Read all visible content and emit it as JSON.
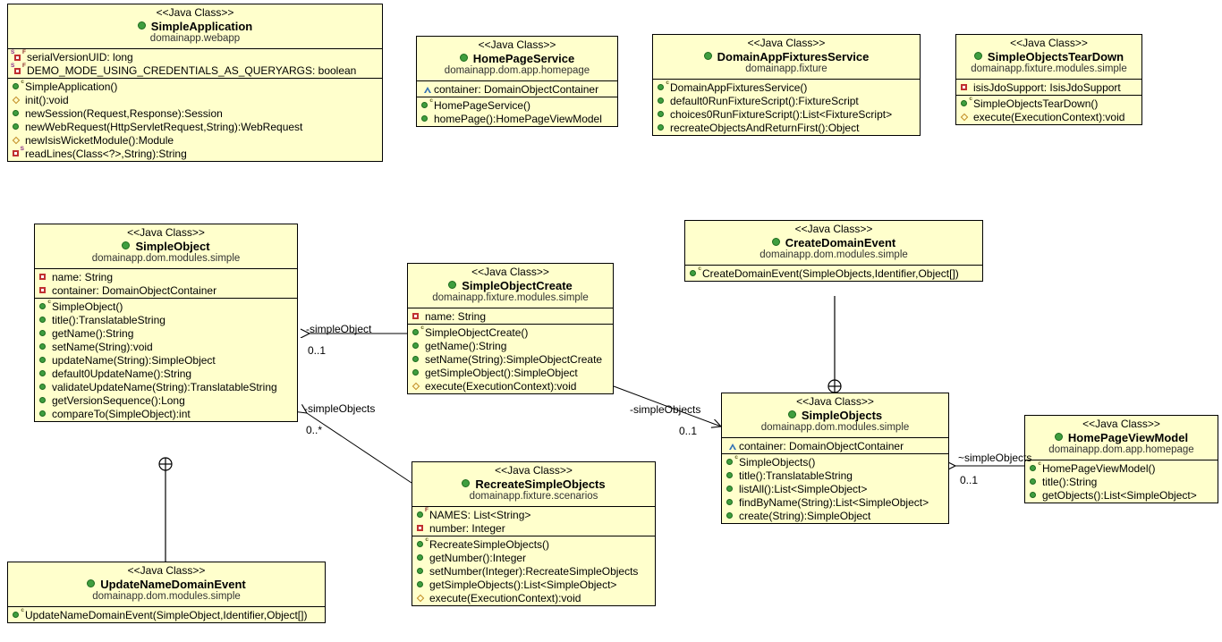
{
  "diagram": {
    "title": "Java Class Diagram",
    "stereotype": "<<Java Class>>",
    "colors": {
      "class_fill": "#ffffcc",
      "border": "#000000",
      "public": "#3f9e3f",
      "private": "#c03030",
      "protected": "#c08a20",
      "package": "#2f6fb5"
    }
  },
  "classes": [
    {
      "id": "SimpleApplication",
      "stereotype": "<<Java Class>>",
      "name": "SimpleApplication",
      "package": "domainapp.webapp",
      "fields": [
        {
          "icon": "private-static-final-field-icon",
          "vis": "private",
          "mods": "SF",
          "text": "serialVersionUID: long"
        },
        {
          "icon": "private-static-final-field-icon",
          "vis": "private",
          "mods": "SF",
          "text": "DEMO_MODE_USING_CREDENTIALS_AS_QUERYARGS: boolean"
        }
      ],
      "methods": [
        {
          "icon": "public-constructor-icon",
          "vis": "public",
          "mods": "C",
          "text": "SimpleApplication()"
        },
        {
          "icon": "protected-method-icon",
          "vis": "protected",
          "mods": "",
          "text": "init():void"
        },
        {
          "icon": "public-method-icon",
          "vis": "public",
          "mods": "",
          "text": "newSession(Request,Response):Session"
        },
        {
          "icon": "public-method-icon",
          "vis": "public",
          "mods": "",
          "text": "newWebRequest(HttpServletRequest,String):WebRequest"
        },
        {
          "icon": "protected-method-icon",
          "vis": "protected",
          "mods": "",
          "text": "newIsisWicketModule():Module"
        },
        {
          "icon": "private-static-method-icon",
          "vis": "private",
          "mods": "S",
          "text": "readLines(Class<?>,String):String"
        }
      ]
    },
    {
      "id": "HomePageService",
      "stereotype": "<<Java Class>>",
      "name": "HomePageService",
      "package": "domainapp.dom.app.homepage",
      "fields": [
        {
          "icon": "package-field-icon",
          "vis": "package",
          "mods": "",
          "text": "container: DomainObjectContainer"
        }
      ],
      "methods": [
        {
          "icon": "public-constructor-icon",
          "vis": "public",
          "mods": "C",
          "text": "HomePageService()"
        },
        {
          "icon": "public-method-icon",
          "vis": "public",
          "mods": "",
          "text": "homePage():HomePageViewModel"
        }
      ]
    },
    {
      "id": "DomainAppFixturesService",
      "stereotype": "<<Java Class>>",
      "name": "DomainAppFixturesService",
      "package": "domainapp.fixture",
      "fields": [],
      "methods": [
        {
          "icon": "public-constructor-icon",
          "vis": "public",
          "mods": "C",
          "text": "DomainAppFixturesService()"
        },
        {
          "icon": "public-method-icon",
          "vis": "public",
          "mods": "",
          "text": "default0RunFixtureScript():FixtureScript"
        },
        {
          "icon": "public-method-icon",
          "vis": "public",
          "mods": "",
          "text": "choices0RunFixtureScript():List<FixtureScript>"
        },
        {
          "icon": "public-method-icon",
          "vis": "public",
          "mods": "",
          "text": "recreateObjectsAndReturnFirst():Object"
        }
      ]
    },
    {
      "id": "SimpleObjectsTearDown",
      "stereotype": "<<Java Class>>",
      "name": "SimpleObjectsTearDown",
      "package": "domainapp.fixture.modules.simple",
      "fields": [
        {
          "icon": "private-field-icon",
          "vis": "private",
          "mods": "",
          "text": "isisJdoSupport: IsisJdoSupport"
        }
      ],
      "methods": [
        {
          "icon": "public-constructor-icon",
          "vis": "public",
          "mods": "C",
          "text": "SimpleObjectsTearDown()"
        },
        {
          "icon": "protected-method-icon",
          "vis": "protected",
          "mods": "",
          "text": "execute(ExecutionContext):void"
        }
      ]
    },
    {
      "id": "SimpleObject",
      "stereotype": "<<Java Class>>",
      "name": "SimpleObject",
      "package": "domainapp.dom.modules.simple",
      "fields": [
        {
          "icon": "private-field-icon",
          "vis": "private",
          "mods": "",
          "text": "name: String"
        },
        {
          "icon": "private-field-icon",
          "vis": "private",
          "mods": "",
          "text": "container: DomainObjectContainer"
        }
      ],
      "methods": [
        {
          "icon": "public-constructor-icon",
          "vis": "public",
          "mods": "C",
          "text": "SimpleObject()"
        },
        {
          "icon": "public-method-icon",
          "vis": "public",
          "mods": "",
          "text": "title():TranslatableString"
        },
        {
          "icon": "public-method-icon",
          "vis": "public",
          "mods": "",
          "text": "getName():String"
        },
        {
          "icon": "public-method-icon",
          "vis": "public",
          "mods": "",
          "text": "setName(String):void"
        },
        {
          "icon": "public-method-icon",
          "vis": "public",
          "mods": "",
          "text": "updateName(String):SimpleObject"
        },
        {
          "icon": "public-method-icon",
          "vis": "public",
          "mods": "",
          "text": "default0UpdateName():String"
        },
        {
          "icon": "public-method-icon",
          "vis": "public",
          "mods": "",
          "text": "validateUpdateName(String):TranslatableString"
        },
        {
          "icon": "public-method-icon",
          "vis": "public",
          "mods": "",
          "text": "getVersionSequence():Long"
        },
        {
          "icon": "public-method-icon",
          "vis": "public",
          "mods": "",
          "text": "compareTo(SimpleObject):int"
        }
      ]
    },
    {
      "id": "SimpleObjectCreate",
      "stereotype": "<<Java Class>>",
      "name": "SimpleObjectCreate",
      "package": "domainapp.fixture.modules.simple",
      "fields": [
        {
          "icon": "private-field-icon",
          "vis": "private",
          "mods": "",
          "text": "name: String"
        }
      ],
      "methods": [
        {
          "icon": "public-constructor-icon",
          "vis": "public",
          "mods": "C",
          "text": "SimpleObjectCreate()"
        },
        {
          "icon": "public-method-icon",
          "vis": "public",
          "mods": "",
          "text": "getName():String"
        },
        {
          "icon": "public-method-icon",
          "vis": "public",
          "mods": "",
          "text": "setName(String):SimpleObjectCreate"
        },
        {
          "icon": "public-method-icon",
          "vis": "public",
          "mods": "",
          "text": "getSimpleObject():SimpleObject"
        },
        {
          "icon": "protected-method-icon",
          "vis": "protected",
          "mods": "",
          "text": "execute(ExecutionContext):void"
        }
      ]
    },
    {
      "id": "CreateDomainEvent",
      "stereotype": "<<Java Class>>",
      "name": "CreateDomainEvent",
      "package": "domainapp.dom.modules.simple",
      "fields": [],
      "methods": [
        {
          "icon": "public-constructor-icon",
          "vis": "public",
          "mods": "C",
          "text": "CreateDomainEvent(SimpleObjects,Identifier,Object[])"
        }
      ]
    },
    {
      "id": "SimpleObjects",
      "stereotype": "<<Java Class>>",
      "name": "SimpleObjects",
      "package": "domainapp.dom.modules.simple",
      "fields": [
        {
          "icon": "package-field-icon",
          "vis": "package",
          "mods": "",
          "text": "container: DomainObjectContainer"
        }
      ],
      "methods": [
        {
          "icon": "public-constructor-icon",
          "vis": "public",
          "mods": "C",
          "text": "SimpleObjects()"
        },
        {
          "icon": "public-method-icon",
          "vis": "public",
          "mods": "",
          "text": "title():TranslatableString"
        },
        {
          "icon": "public-method-icon",
          "vis": "public",
          "mods": "",
          "text": "listAll():List<SimpleObject>"
        },
        {
          "icon": "public-method-icon",
          "vis": "public",
          "mods": "",
          "text": "findByName(String):List<SimpleObject>"
        },
        {
          "icon": "public-method-icon",
          "vis": "public",
          "mods": "",
          "text": "create(String):SimpleObject"
        }
      ]
    },
    {
      "id": "HomePageViewModel",
      "stereotype": "<<Java Class>>",
      "name": "HomePageViewModel",
      "package": "domainapp.dom.app.homepage",
      "fields": [],
      "methods": [
        {
          "icon": "public-constructor-icon",
          "vis": "public",
          "mods": "C",
          "text": "HomePageViewModel()"
        },
        {
          "icon": "public-method-icon",
          "vis": "public",
          "mods": "",
          "text": "title():String"
        },
        {
          "icon": "public-method-icon",
          "vis": "public",
          "mods": "",
          "text": "getObjects():List<SimpleObject>"
        }
      ]
    },
    {
      "id": "RecreateSimpleObjects",
      "stereotype": "<<Java Class>>",
      "name": "RecreateSimpleObjects",
      "package": "domainapp.fixture.scenarios",
      "fields": [
        {
          "icon": "public-static-final-field-icon",
          "vis": "public",
          "mods": "F",
          "text": "NAMES: List<String>"
        },
        {
          "icon": "private-field-icon",
          "vis": "private",
          "mods": "",
          "text": "number: Integer"
        }
      ],
      "methods": [
        {
          "icon": "public-constructor-icon",
          "vis": "public",
          "mods": "C",
          "text": "RecreateSimpleObjects()"
        },
        {
          "icon": "public-method-icon",
          "vis": "public",
          "mods": "",
          "text": "getNumber():Integer"
        },
        {
          "icon": "public-method-icon",
          "vis": "public",
          "mods": "",
          "text": "setNumber(Integer):RecreateSimpleObjects"
        },
        {
          "icon": "public-method-icon",
          "vis": "public",
          "mods": "",
          "text": "getSimpleObjects():List<SimpleObject>"
        },
        {
          "icon": "protected-method-icon",
          "vis": "protected",
          "mods": "",
          "text": "execute(ExecutionContext):void"
        }
      ]
    },
    {
      "id": "UpdateNameDomainEvent",
      "stereotype": "<<Java Class>>",
      "name": "UpdateNameDomainEvent",
      "package": "domainapp.dom.modules.simple",
      "fields": [],
      "methods": [
        {
          "icon": "public-constructor-icon",
          "vis": "public",
          "mods": "C",
          "text": "UpdateNameDomainEvent(SimpleObject,Identifier,Object[])"
        }
      ]
    }
  ],
  "relations": [
    {
      "id": "rel-simpleobjectcreate-simpleobject",
      "from": "SimpleObjectCreate",
      "to": "SimpleObject",
      "role": "-simpleObject",
      "multiplicity": "0..1",
      "kind": "association"
    },
    {
      "id": "rel-recreatesimpleobjects-simpleobject",
      "from": "RecreateSimpleObjects",
      "to": "SimpleObject",
      "role": "-simpleObjects",
      "multiplicity": "0..*",
      "kind": "association"
    },
    {
      "id": "rel-simpleobjectcreate-simpleobjects",
      "from": "SimpleObjectCreate",
      "to": "SimpleObjects",
      "role": "-simpleObjects",
      "multiplicity": "0..1",
      "kind": "association"
    },
    {
      "id": "rel-homepageviewmodel-simpleobjects",
      "from": "HomePageViewModel",
      "to": "SimpleObjects",
      "role": "~simpleObjects",
      "multiplicity": "0..1",
      "kind": "association"
    },
    {
      "id": "rel-simpleobjects-createdomainevent",
      "from": "SimpleObjects",
      "to": "CreateDomainEvent",
      "role": "",
      "multiplicity": "",
      "kind": "nested"
    },
    {
      "id": "rel-simpleobject-updatenamedomainevent",
      "from": "SimpleObject",
      "to": "UpdateNameDomainEvent",
      "role": "",
      "multiplicity": "",
      "kind": "nested"
    }
  ],
  "edge_labels": [
    {
      "id": "lbl-simpleobject-role",
      "role": "-simpleObject",
      "mult": "0..1"
    },
    {
      "id": "lbl-simpleobjects-left-role",
      "role": "-simpleObjects",
      "mult": "0..*"
    },
    {
      "id": "lbl-simpleobjects-mid-role",
      "role": "-simpleObjects",
      "mult": "0..1"
    },
    {
      "id": "lbl-simpleobjects-right-role",
      "role": "~simpleObjects",
      "mult": "0..1"
    }
  ]
}
